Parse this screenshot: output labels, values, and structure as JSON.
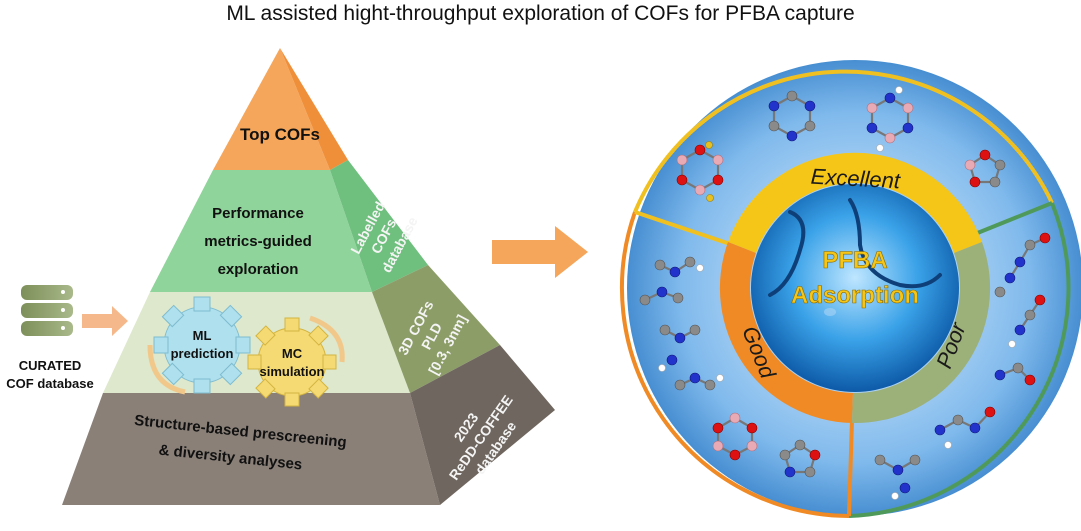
{
  "title": "ML assisted hight-throughput exploration of COFs for PFBA capture",
  "database": {
    "label_line1": "CURATED",
    "label_line2": "COF database",
    "icon": "database-icon"
  },
  "pyramid": {
    "top": "Top COFs",
    "level2_line1": "Performance",
    "level2_line2": "metrics-guided",
    "level2_line3": "exploration",
    "level3_gear1_line1": "ML",
    "level3_gear1_line2": "prediction",
    "level3_gear2_line1": "MC",
    "level3_gear2_line2": "simulation",
    "base_line1": "Structure-based prescreening",
    "base_line2": "& diversity analyses"
  },
  "pyramid_side": {
    "level2_line1": "Labelled",
    "level2_line2": "COFs",
    "level2_line3": "database",
    "level3_line1": "3D COFs",
    "level3_line2": "PLD",
    "level3_line3": "[0.3, 3nm]",
    "base_line1": "2023",
    "base_line2": "ReDD-COFFEE",
    "base_line3": "database"
  },
  "circle": {
    "center_line1": "PFBA",
    "center_line2": "Adsorption",
    "excellent": "Excellent",
    "good": "Good",
    "poor": "Poor"
  },
  "colors": {
    "top": "#f5a65b",
    "level2": "#8fd49a",
    "level3": "#dde8cc",
    "base": "#8a8078",
    "arrow": "#f5a65b",
    "excellent": "#f5c518",
    "good": "#f08a24",
    "poor": "#8fa86a",
    "center": "#1e88d6"
  }
}
